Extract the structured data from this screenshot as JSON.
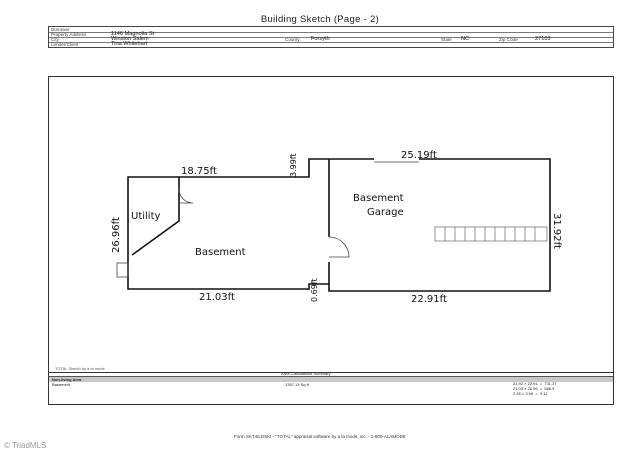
{
  "page_title": "Building Sketch (Page - 2)",
  "info": {
    "borrower_label": "Borrower",
    "borrower_value": "",
    "address_label": "Property Address",
    "address_value": "1146 Magnolia St",
    "city_label": "City",
    "city_value": "Winston Salem",
    "county_label": "County",
    "county_value": "Forsyth",
    "state_label": "State",
    "state_value": "NC",
    "zip_label": "Zip Code",
    "zip_value": "27103",
    "lender_label": "Lender/Client",
    "lender_value": "Tina Whitehart"
  },
  "sketch": {
    "rooms": {
      "utility": "Utility",
      "basement": "Basement",
      "garage_line1": "Basement",
      "garage_line2": "Garage"
    },
    "dimensions": {
      "top_left": "18.75ft",
      "top_right": "25.19ft",
      "left_side": "26.96ft",
      "right_side": "31.92ft",
      "bottom_left": "21.03ft",
      "bottom_right": "22.91ft",
      "step_upper": "3.99ft",
      "step_lower": "0.69ft"
    }
  },
  "summary": {
    "credit": "TOTAL Sketch by a la mode",
    "heading": "Area Calculations Summary",
    "non_living_label": "Non-living Area",
    "basement_label": "Basement",
    "basement_total": "1357.13 Sq ft",
    "calc_lines": [
      "31.92 × 22.91  =  731.37",
      "21.03 × 26.96  =  566.9",
      "2.28 × 3.99  =  9.11"
    ]
  },
  "footer": "Form SKT.BLDSKI - \"TOTAL\" appraisal software by a la mode, inc. - 1-800-ALAMODE",
  "watermark": "© TriadMLS"
}
